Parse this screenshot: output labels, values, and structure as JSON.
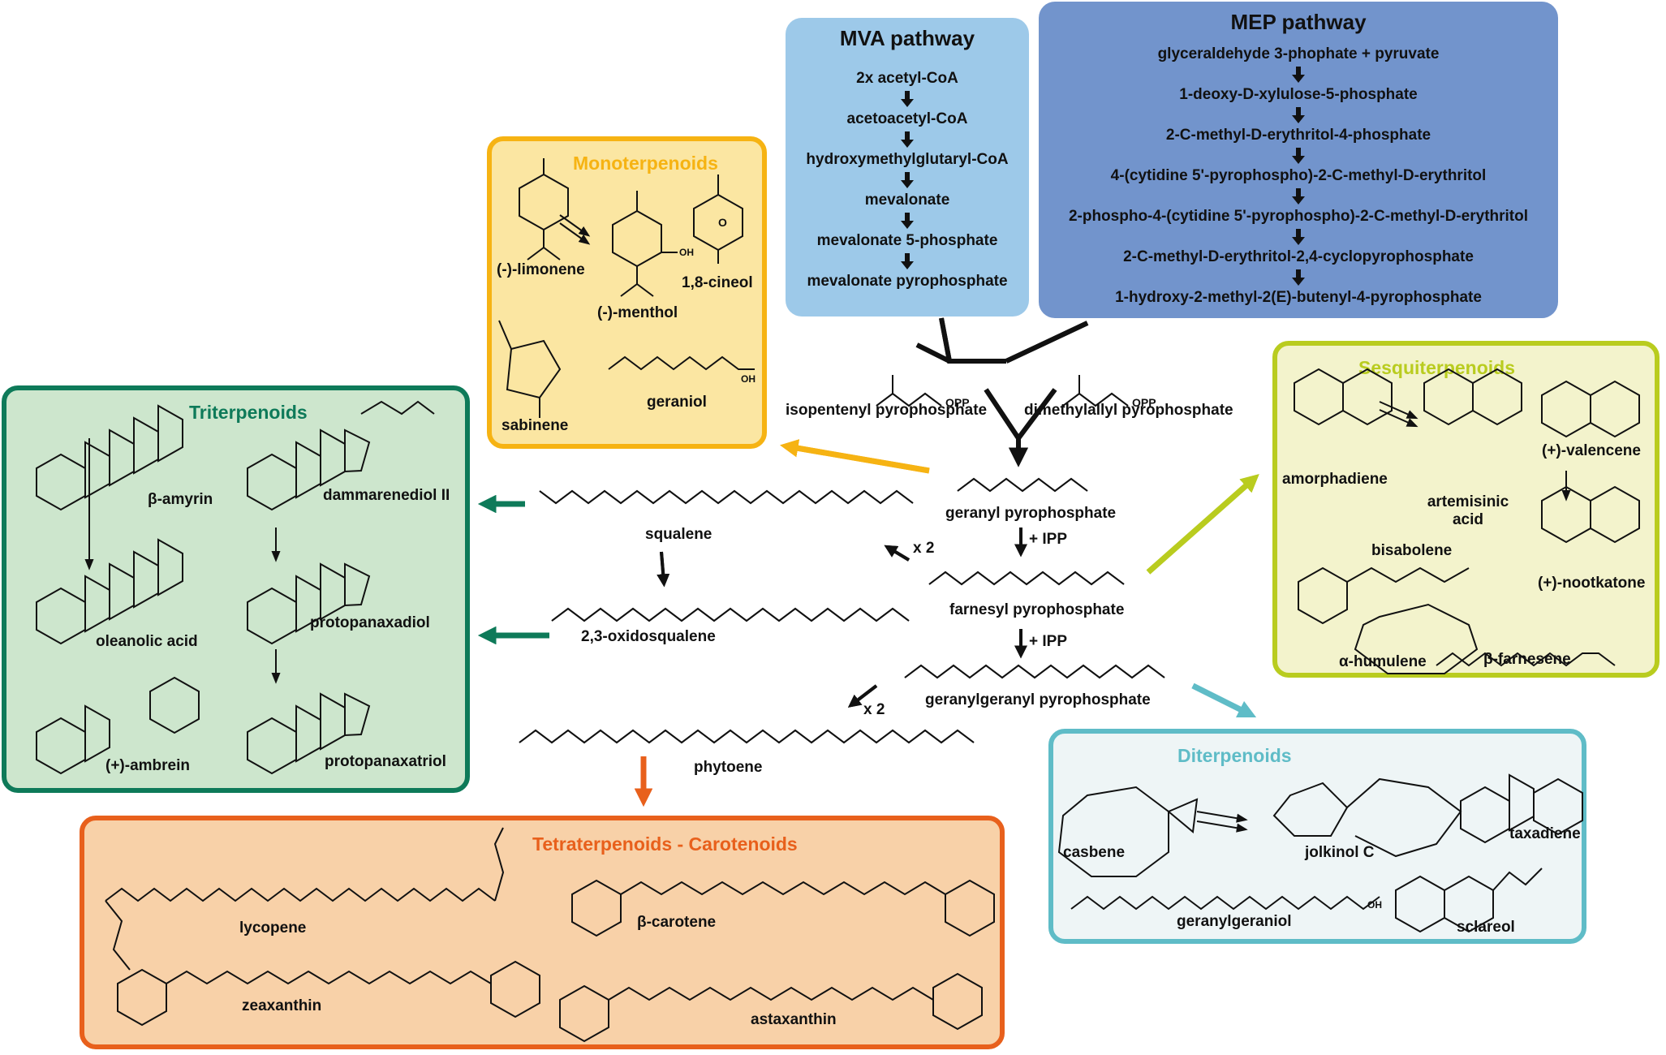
{
  "colors": {
    "mva_fill": "#9dc9e9",
    "mep_fill": "#7294cc",
    "mono": "#f6b313",
    "mono_fill": "#fbe6a2",
    "tri": "#0e7a59",
    "tri_fill": "#cde6cd",
    "sesq": "#b9cc1f",
    "sesq_fill": "#f3f3cc",
    "di": "#5fbcc7",
    "di_fill": "#eef5f6",
    "tetra": "#e8601c",
    "tetra_fill": "#f8d1a8"
  },
  "mva": {
    "title": "MVA pathway",
    "steps": [
      "2x acetyl-CoA",
      "acetoacetyl-CoA",
      "hydroxymethylglutaryl-CoA",
      "mevalonate",
      "mevalonate 5-phosphate",
      "mevalonate pyrophosphate"
    ]
  },
  "mep": {
    "title": "MEP pathway",
    "steps": [
      "glyceraldehyde 3-phophate + pyruvate",
      "1-deoxy-D-xylulose-5-phosphate",
      "2-C-methyl-D-erythritol-4-phosphate",
      "4-(cytidine 5'-pyrophospho)-2-C-methyl-D-erythritol",
      "2-phospho-4-(cytidine 5'-pyrophospho)-2-C-methyl-D-erythritol",
      "2-C-methyl-D-erythritol-2,4-cyclopyrophosphate",
      "1-hydroxy-2-methyl-2(E)-butenyl-4-pyrophosphate"
    ]
  },
  "center": {
    "ipp": "isopentenyl pyrophosphate",
    "dmapp": "dimethylallyl pyrophosphate",
    "gpp": "geranyl pyrophosphate",
    "fpp": "farnesyl pyrophosphate",
    "ggpp": "geranylgeranyl pyrophosphate",
    "plus_ipp_1": "+ IPP",
    "plus_ipp_2": "+ IPP",
    "squalene": "squalene",
    "oxidosqualene": "2,3-oxidosqualene",
    "phytoene": "phytoene",
    "x2_a": "x 2",
    "x2_b": "x 2"
  },
  "mono": {
    "title": "Monoterpenoids",
    "labels": [
      "(-)-limonene",
      "(-)-menthol",
      "1,8-cineol",
      "sabinene",
      "geraniol"
    ]
  },
  "tri": {
    "title": "Triterpenoids",
    "labels": [
      "β-amyrin",
      "dammarenediol II",
      "oleanolic acid",
      "protopanaxadiol",
      "(+)-ambrein",
      "protopanaxatriol"
    ]
  },
  "sesq": {
    "title": "Sesquiterpenoids",
    "labels": [
      "amorphadiene",
      "artemisinic acid",
      "(+)-valencene",
      "bisabolene",
      "(+)-nootkatone",
      "α-humulene",
      "β-farnesene"
    ]
  },
  "di": {
    "title": "Diterpenoids",
    "labels": [
      "casbene",
      "jolkinol C",
      "taxadiene",
      "geranylgeraniol",
      "sclareol"
    ]
  },
  "tetra": {
    "title": "Tetraterpenoids - Carotenoids",
    "labels": [
      "lycopene",
      "β-carotene",
      "zeaxanthin",
      "astaxanthin"
    ]
  },
  "atoms": {
    "oh": "OH",
    "o": "O",
    "p": "P"
  }
}
